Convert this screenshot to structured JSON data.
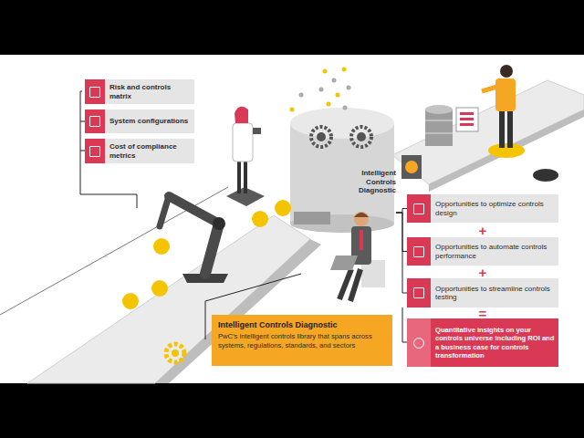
{
  "diagram": {
    "nodes": [
      {
        "text": [
          "Risk and controls matrix"
        ]
      },
      {
        "text": [
          "System configurations"
        ]
      },
      {
        "text": [
          "Cost of compliance metrics"
        ]
      },
      {
        "text": [
          "Intelligent Controls Diagnostic"
        ]
      },
      {
        "text": [
          "Opportunities to optimize controls design"
        ]
      },
      {
        "text": [
          "Opportunities to automate controls performance"
        ]
      },
      {
        "text": [
          "Opportunities to streamline controls testing"
        ]
      },
      {
        "text": [
          "Quantitative insights on your controls universe including ROI and a business case for controls transformation"
        ]
      },
      {
        "text": [
          "Intelligent Controls Diagnostic",
          "PwC’s intelligent controls library that spans across systems, regulations, standards, and sectors"
        ]
      }
    ],
    "edges": [
      {
        "from": 3,
        "to": 4,
        "arrow": "none"
      },
      {
        "from": 3,
        "to": 5,
        "arrow": "none"
      },
      {
        "from": 3,
        "to": 6,
        "arrow": "none"
      }
    ],
    "labels": [
      "+",
      "+",
      "="
    ]
  }
}
